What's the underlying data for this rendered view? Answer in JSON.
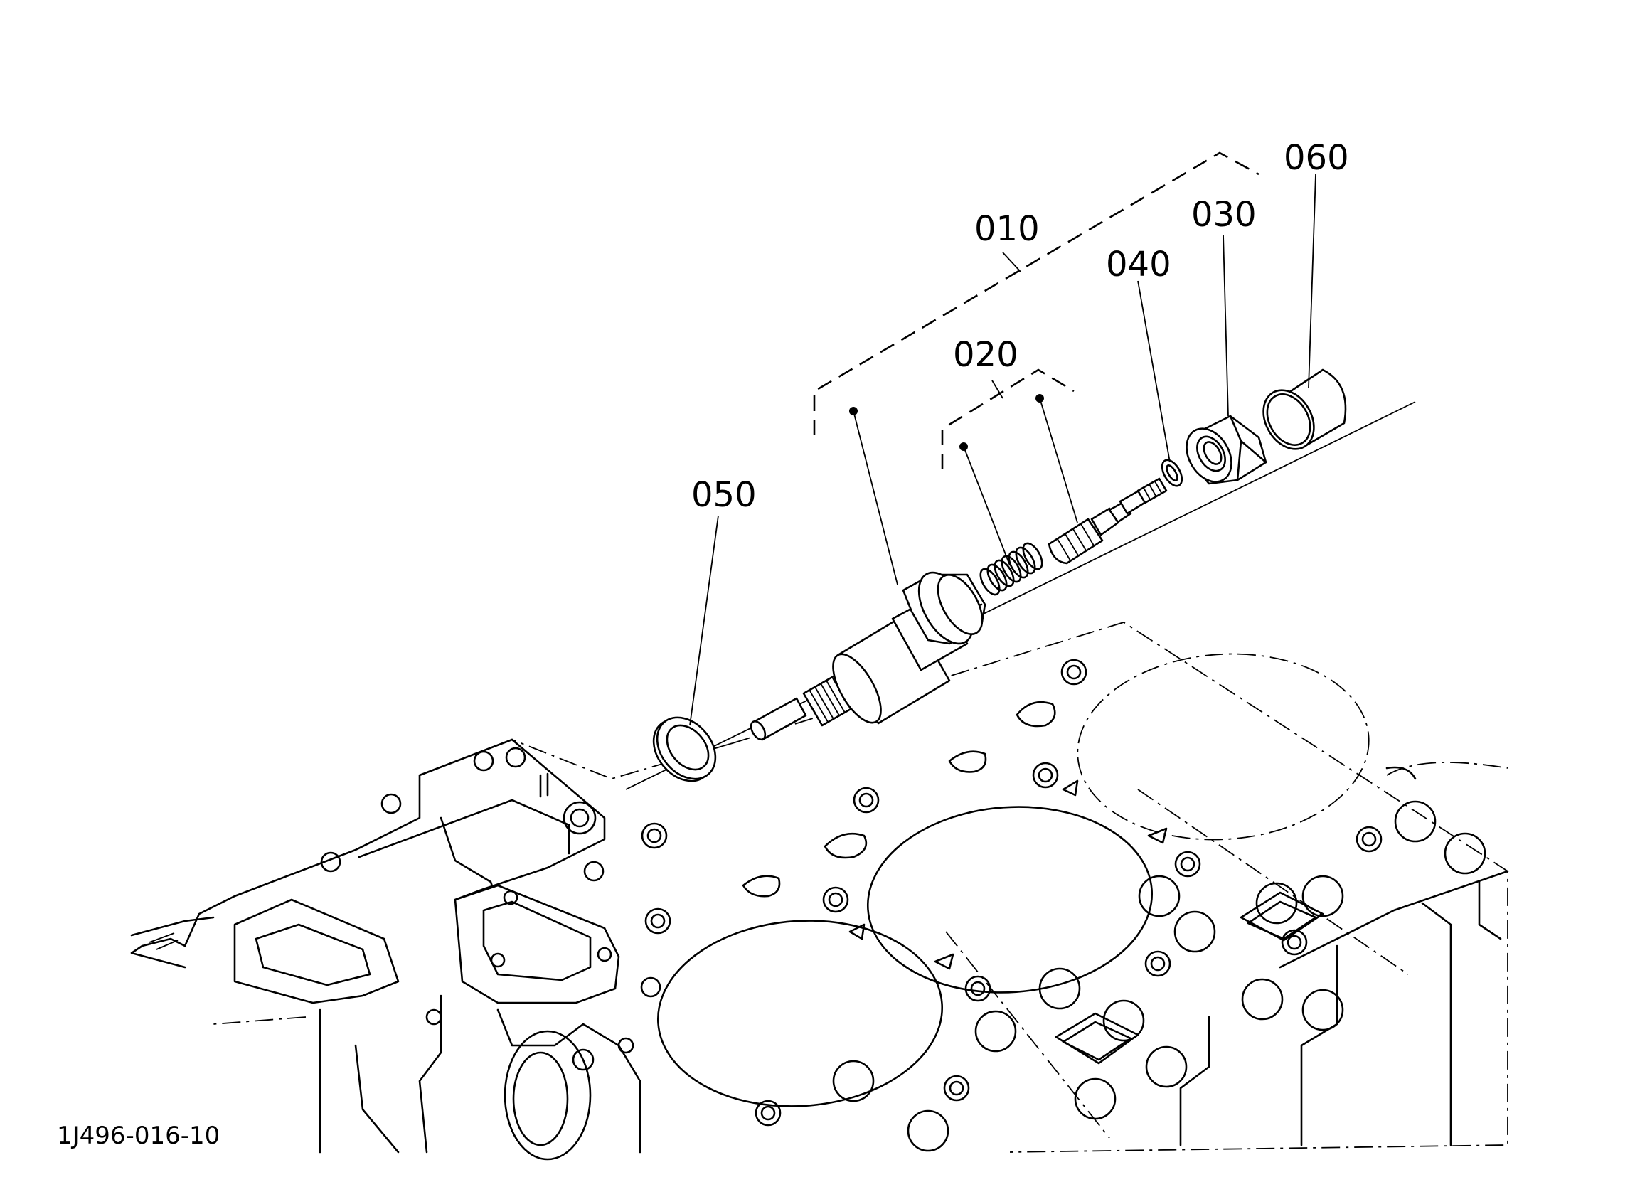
{
  "callouts": {
    "c010": "010",
    "c020": "020",
    "c030": "030",
    "c040": "040",
    "c050": "050",
    "c060": "060"
  },
  "figure_code": "1J496-016-10",
  "icons": [
    "engine-block-drawing",
    "valve-body",
    "spring",
    "plunger",
    "o-ring",
    "nut",
    "cap",
    "washer"
  ]
}
